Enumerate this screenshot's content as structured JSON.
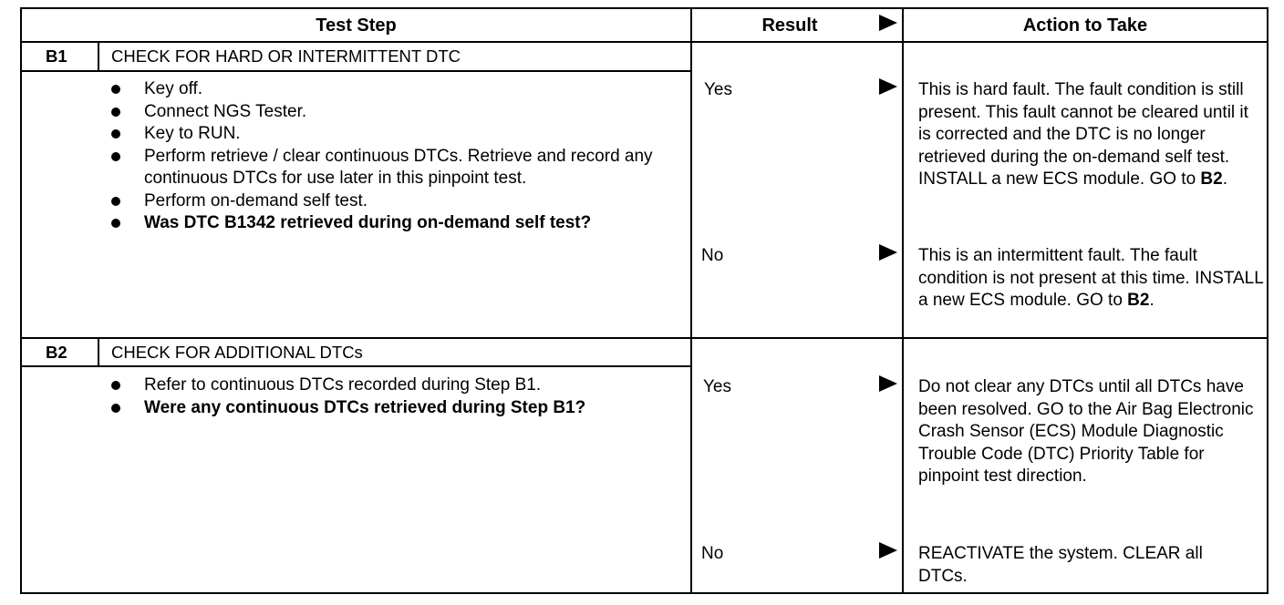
{
  "header": {
    "test_step": "Test Step",
    "result": "Result",
    "action": "Action to Take"
  },
  "steps": [
    {
      "id": "B1",
      "title": "CHECK FOR HARD OR INTERMITTENT DTC",
      "items": [
        {
          "text": "Key off.",
          "bold": false
        },
        {
          "text": "Connect NGS Tester.",
          "bold": false
        },
        {
          "text": "Key to RUN.",
          "bold": false
        },
        {
          "text": "Perform retrieve / clear continuous DTCs. Retrieve and record any continuous DTCs for use later in this pinpoint test.",
          "bold": false
        },
        {
          "text": "Perform on-demand self test.",
          "bold": false
        },
        {
          "text": "Was DTC B1342 retrieved during on-demand self test?",
          "bold": true
        }
      ],
      "results": [
        {
          "label": "Yes",
          "action_text": "This is hard fault. The fault condition is still present. This fault cannot be cleared until it is corrected and the DTC is no longer retrieved during the on-demand self test. INSTALL a new ECS module. GO to ",
          "action_ref": "B2",
          "action_end": "."
        },
        {
          "label": "No",
          "action_text": "This is an intermittent fault. The fault condition is not present at this time. INSTALL a new ECS module. GO to ",
          "action_ref": "B2",
          "action_end": "."
        }
      ]
    },
    {
      "id": "B2",
      "title": "CHECK FOR ADDITIONAL DTCs",
      "items": [
        {
          "text": "Refer to continuous DTCs recorded during Step B1.",
          "bold": false
        },
        {
          "text": "Were any continuous DTCs retrieved during Step B1?",
          "bold": true
        }
      ],
      "results": [
        {
          "label": "Yes",
          "action_text": "Do not clear any DTCs until all DTCs have been resolved. GO to the Air Bag Electronic Crash Sensor (ECS) Module Diagnostic Trouble Code (DTC) Priority Table for pinpoint test direction.",
          "action_ref": "",
          "action_end": ""
        },
        {
          "label": "No",
          "action_text": "REACTIVATE the system. CLEAR all DTCs.",
          "action_ref": "",
          "action_end": ""
        }
      ]
    }
  ]
}
